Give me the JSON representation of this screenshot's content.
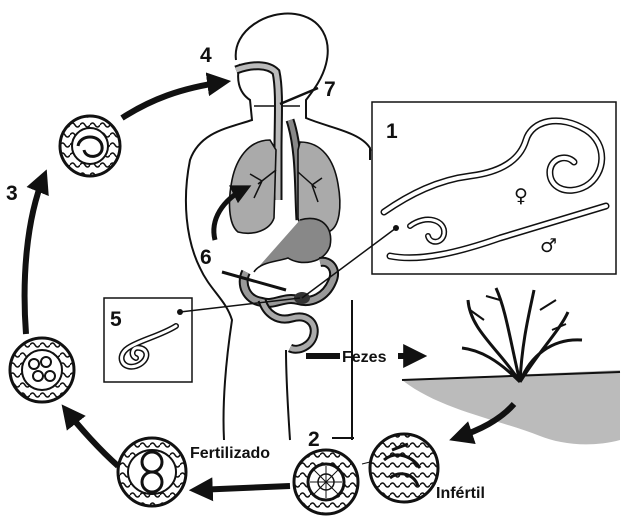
{
  "numbers": {
    "n1": "1",
    "n2": "2",
    "n3": "3",
    "n4": "4",
    "n5": "5",
    "n6": "6",
    "n7": "7"
  },
  "labels": {
    "fezes": "Fezes",
    "fertilizado": "Fertilizado",
    "infertil": "Infértil"
  },
  "symbols": {
    "female": "♀",
    "male": "♂"
  }
}
